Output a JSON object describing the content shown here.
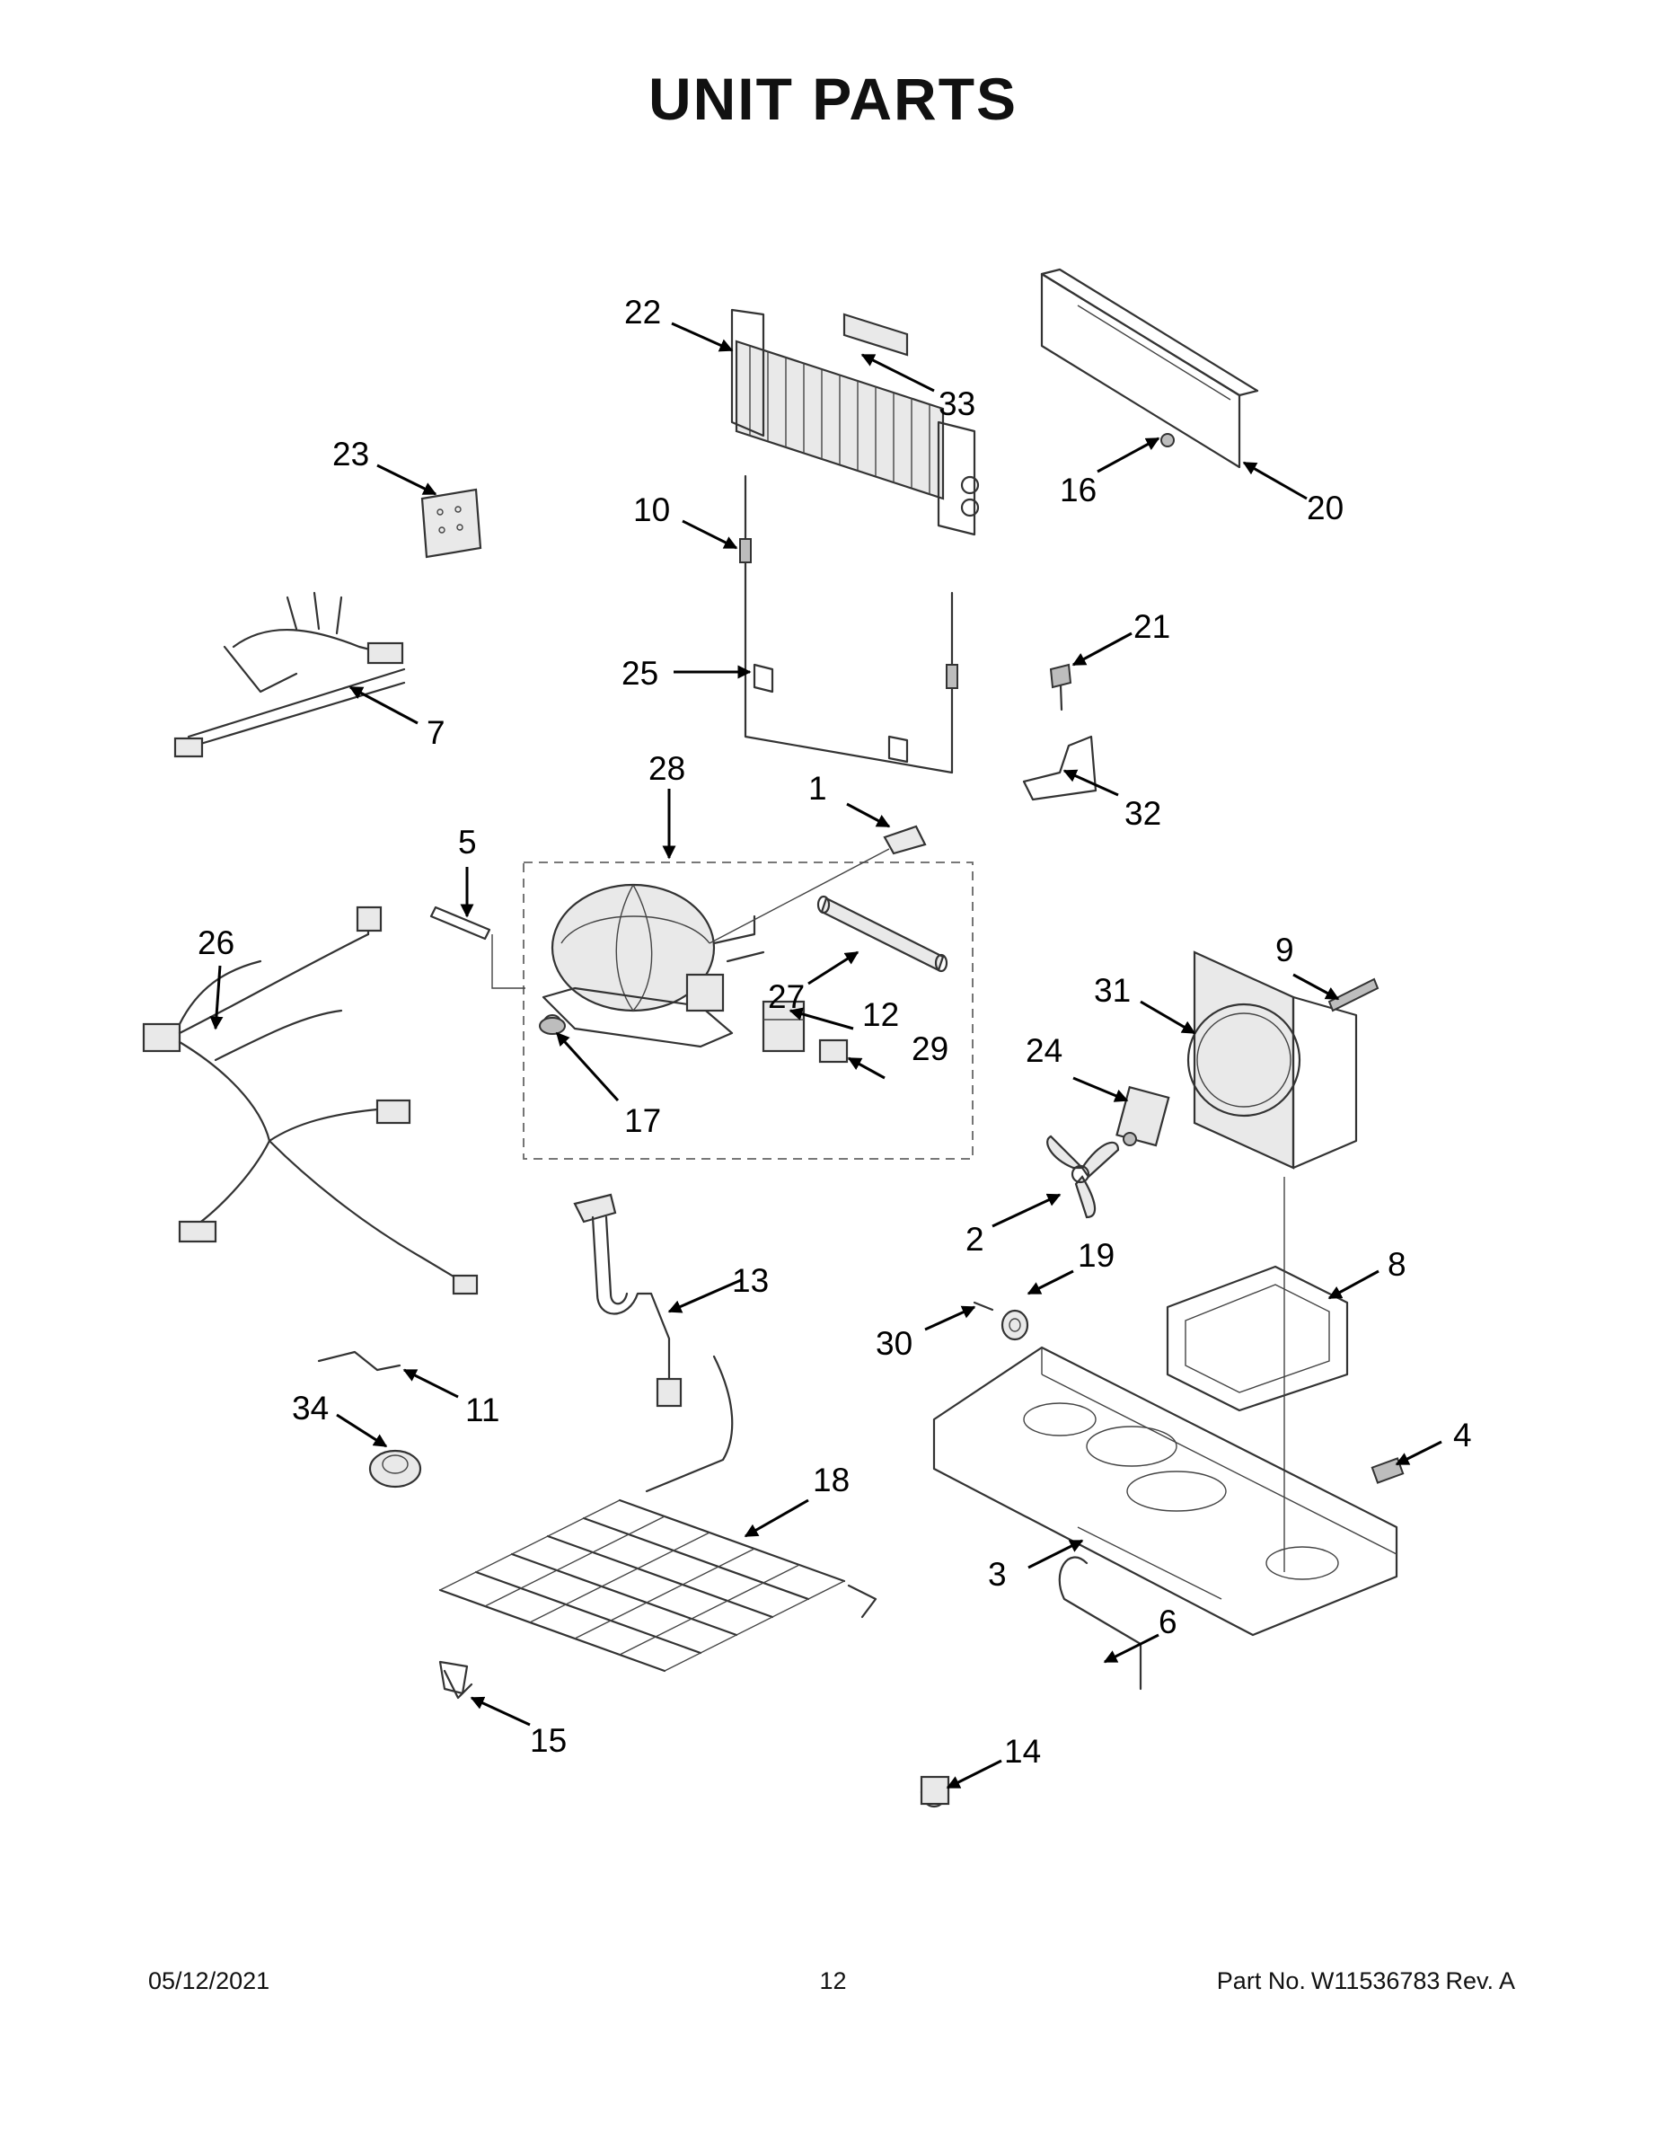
{
  "title": "UNIT PARTS",
  "callouts": {
    "n1": "1",
    "n2": "2",
    "n3": "3",
    "n4": "4",
    "n5": "5",
    "n6": "6",
    "n7": "7",
    "n8": "8",
    "n9": "9",
    "n10": "10",
    "n11": "11",
    "n12": "12",
    "n13": "13",
    "n14": "14",
    "n15": "15",
    "n16": "16",
    "n17": "17",
    "n18": "18",
    "n19": "19",
    "n20": "20",
    "n21": "21",
    "n22": "22",
    "n23": "23",
    "n24": "24",
    "n25": "25",
    "n26": "26",
    "n27": "27",
    "n28": "28",
    "n29": "29",
    "n30": "30",
    "n31": "31",
    "n32": "32",
    "n33": "33",
    "n34": "34"
  },
  "footer": {
    "date": "05/12/2021",
    "page": "12",
    "part_label": "Part No.",
    "part_number": "W11536783",
    "revision": "Rev.  A"
  }
}
